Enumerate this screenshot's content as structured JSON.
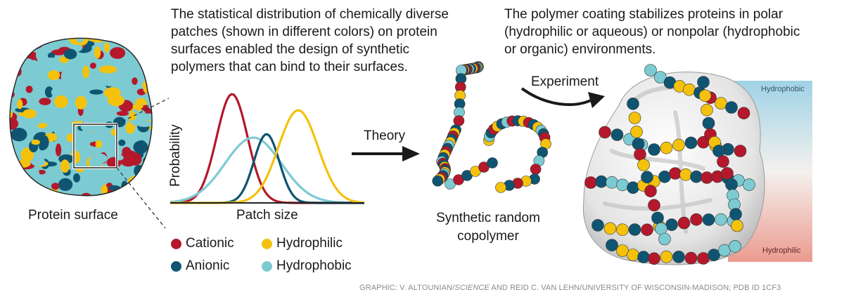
{
  "intro_text": {
    "line1": "The statistical distribution of chemically diverse",
    "line2": "patches (shown in different colors) on protein",
    "line3": "surfaces enabled the design of synthetic",
    "line4": "polymers that can bind to their surfaces."
  },
  "coating_text": {
    "line1": "The polymer coating stabilizes proteins in polar",
    "line2": "(hydrophilic or aqueous) or nonpolar (hydrophobic",
    "line3": "or organic) environments."
  },
  "protein_label": "Protein surface",
  "plot": {
    "ylabel": "Probability",
    "xlabel": "Patch size"
  },
  "legend": [
    {
      "label": "Cationic",
      "color": "#b5182b"
    },
    {
      "label": "Hydrophilic",
      "color": "#f4c20d"
    },
    {
      "label": "Anionic",
      "color": "#0f5572"
    },
    {
      "label": "Hydrophobic",
      "color": "#7ccbd3"
    }
  ],
  "theory_label": "Theory",
  "experiment_label": "Experiment",
  "polymer_label": {
    "line1": "Synthetic random",
    "line2": "copolymer"
  },
  "env_top": "Hydrophobic",
  "env_bottom": "Hydrophilic",
  "credit": {
    "prefix": "GRAPHIC: V. ALTOUNIAN/",
    "journal": "SCIENCE",
    "suffix": " AND REID C. VAN LEHN/UNIVERSITY OF WISCONSIN-MADISON; PDB ID 1CF3"
  }
}
